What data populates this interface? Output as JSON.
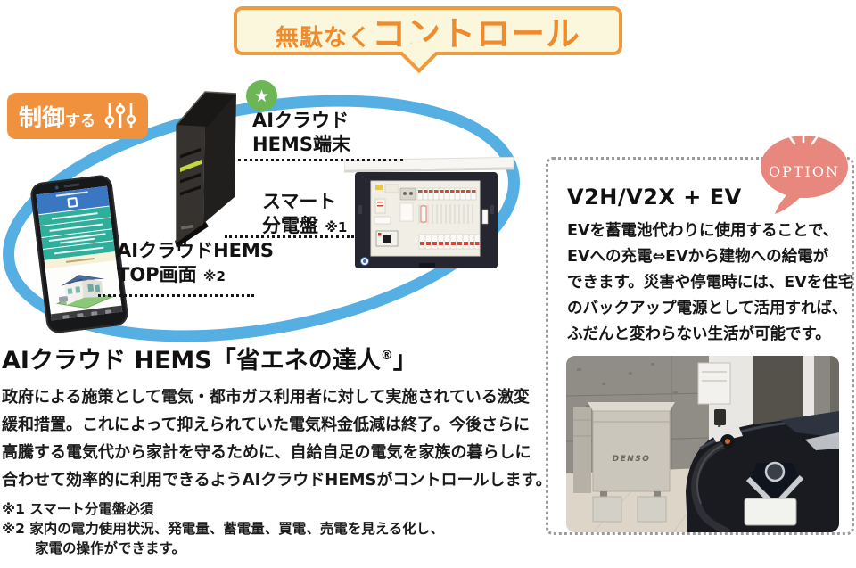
{
  "banner": {
    "prefix": "無駄なく",
    "emphasis": "コントロール"
  },
  "control_badge": {
    "label": "制御",
    "suffix": "する",
    "icon": "sliders-icon"
  },
  "diagram": {
    "terminal_label_line1": "AIクラウド",
    "terminal_label_line2": "HEMS端末",
    "panel_label_line1": "スマート",
    "panel_label_line2": "分電盤",
    "panel_ref": "※1",
    "phone_label_line1": "AIクラウドHEMS",
    "phone_label_line2": "TOP画面",
    "phone_ref": "※2",
    "band_color": "#55AFE2",
    "star_badge_color": "#6CB655"
  },
  "option_card": {
    "badge": "OPTION",
    "badge_color": "#E8877D",
    "title": "V2H/V2X + EV",
    "body_lines": [
      "EVを蓄電池代わりに使用することで、",
      "EVへの充電⇔EVから建物への給電が",
      "できます。災害や停電時には、EVを住宅",
      "のバックアップ電源として活用すれば、",
      "ふだんと変わらない生活が可能です。"
    ],
    "photo_brand": "DENSO"
  },
  "main": {
    "title_prefix": "AIクラウド HEMS「省エネの達人",
    "title_reg": "®",
    "title_suffix": "」",
    "body_lines": [
      "政府による施策として電気・都市ガス利用者に対して実施されている激変",
      "緩和措置。これによって抑えられていた電気料金低減は終了。今後さらに",
      "高騰する電気代から家計を守るために、自給自足の電気を家族の暮らしに",
      "合わせて効率的に利用できるようAIクラウドHEMSがコントロールします。"
    ],
    "notes": [
      "※1 スマート分電盤必須",
      "※2 家内の電力使用状況、発電量、蓄電量、買電、売電を見える化し、",
      "家電の操作ができます。"
    ]
  },
  "colors": {
    "banner_border": "#F09A3E",
    "banner_bg": "#FAF7DD",
    "banner_text": "#EF8A2D",
    "control_badge_bg": "#F0913D",
    "phone_button_teal": "#2FAE9B",
    "phone_header_blue": "#3A77C2"
  }
}
